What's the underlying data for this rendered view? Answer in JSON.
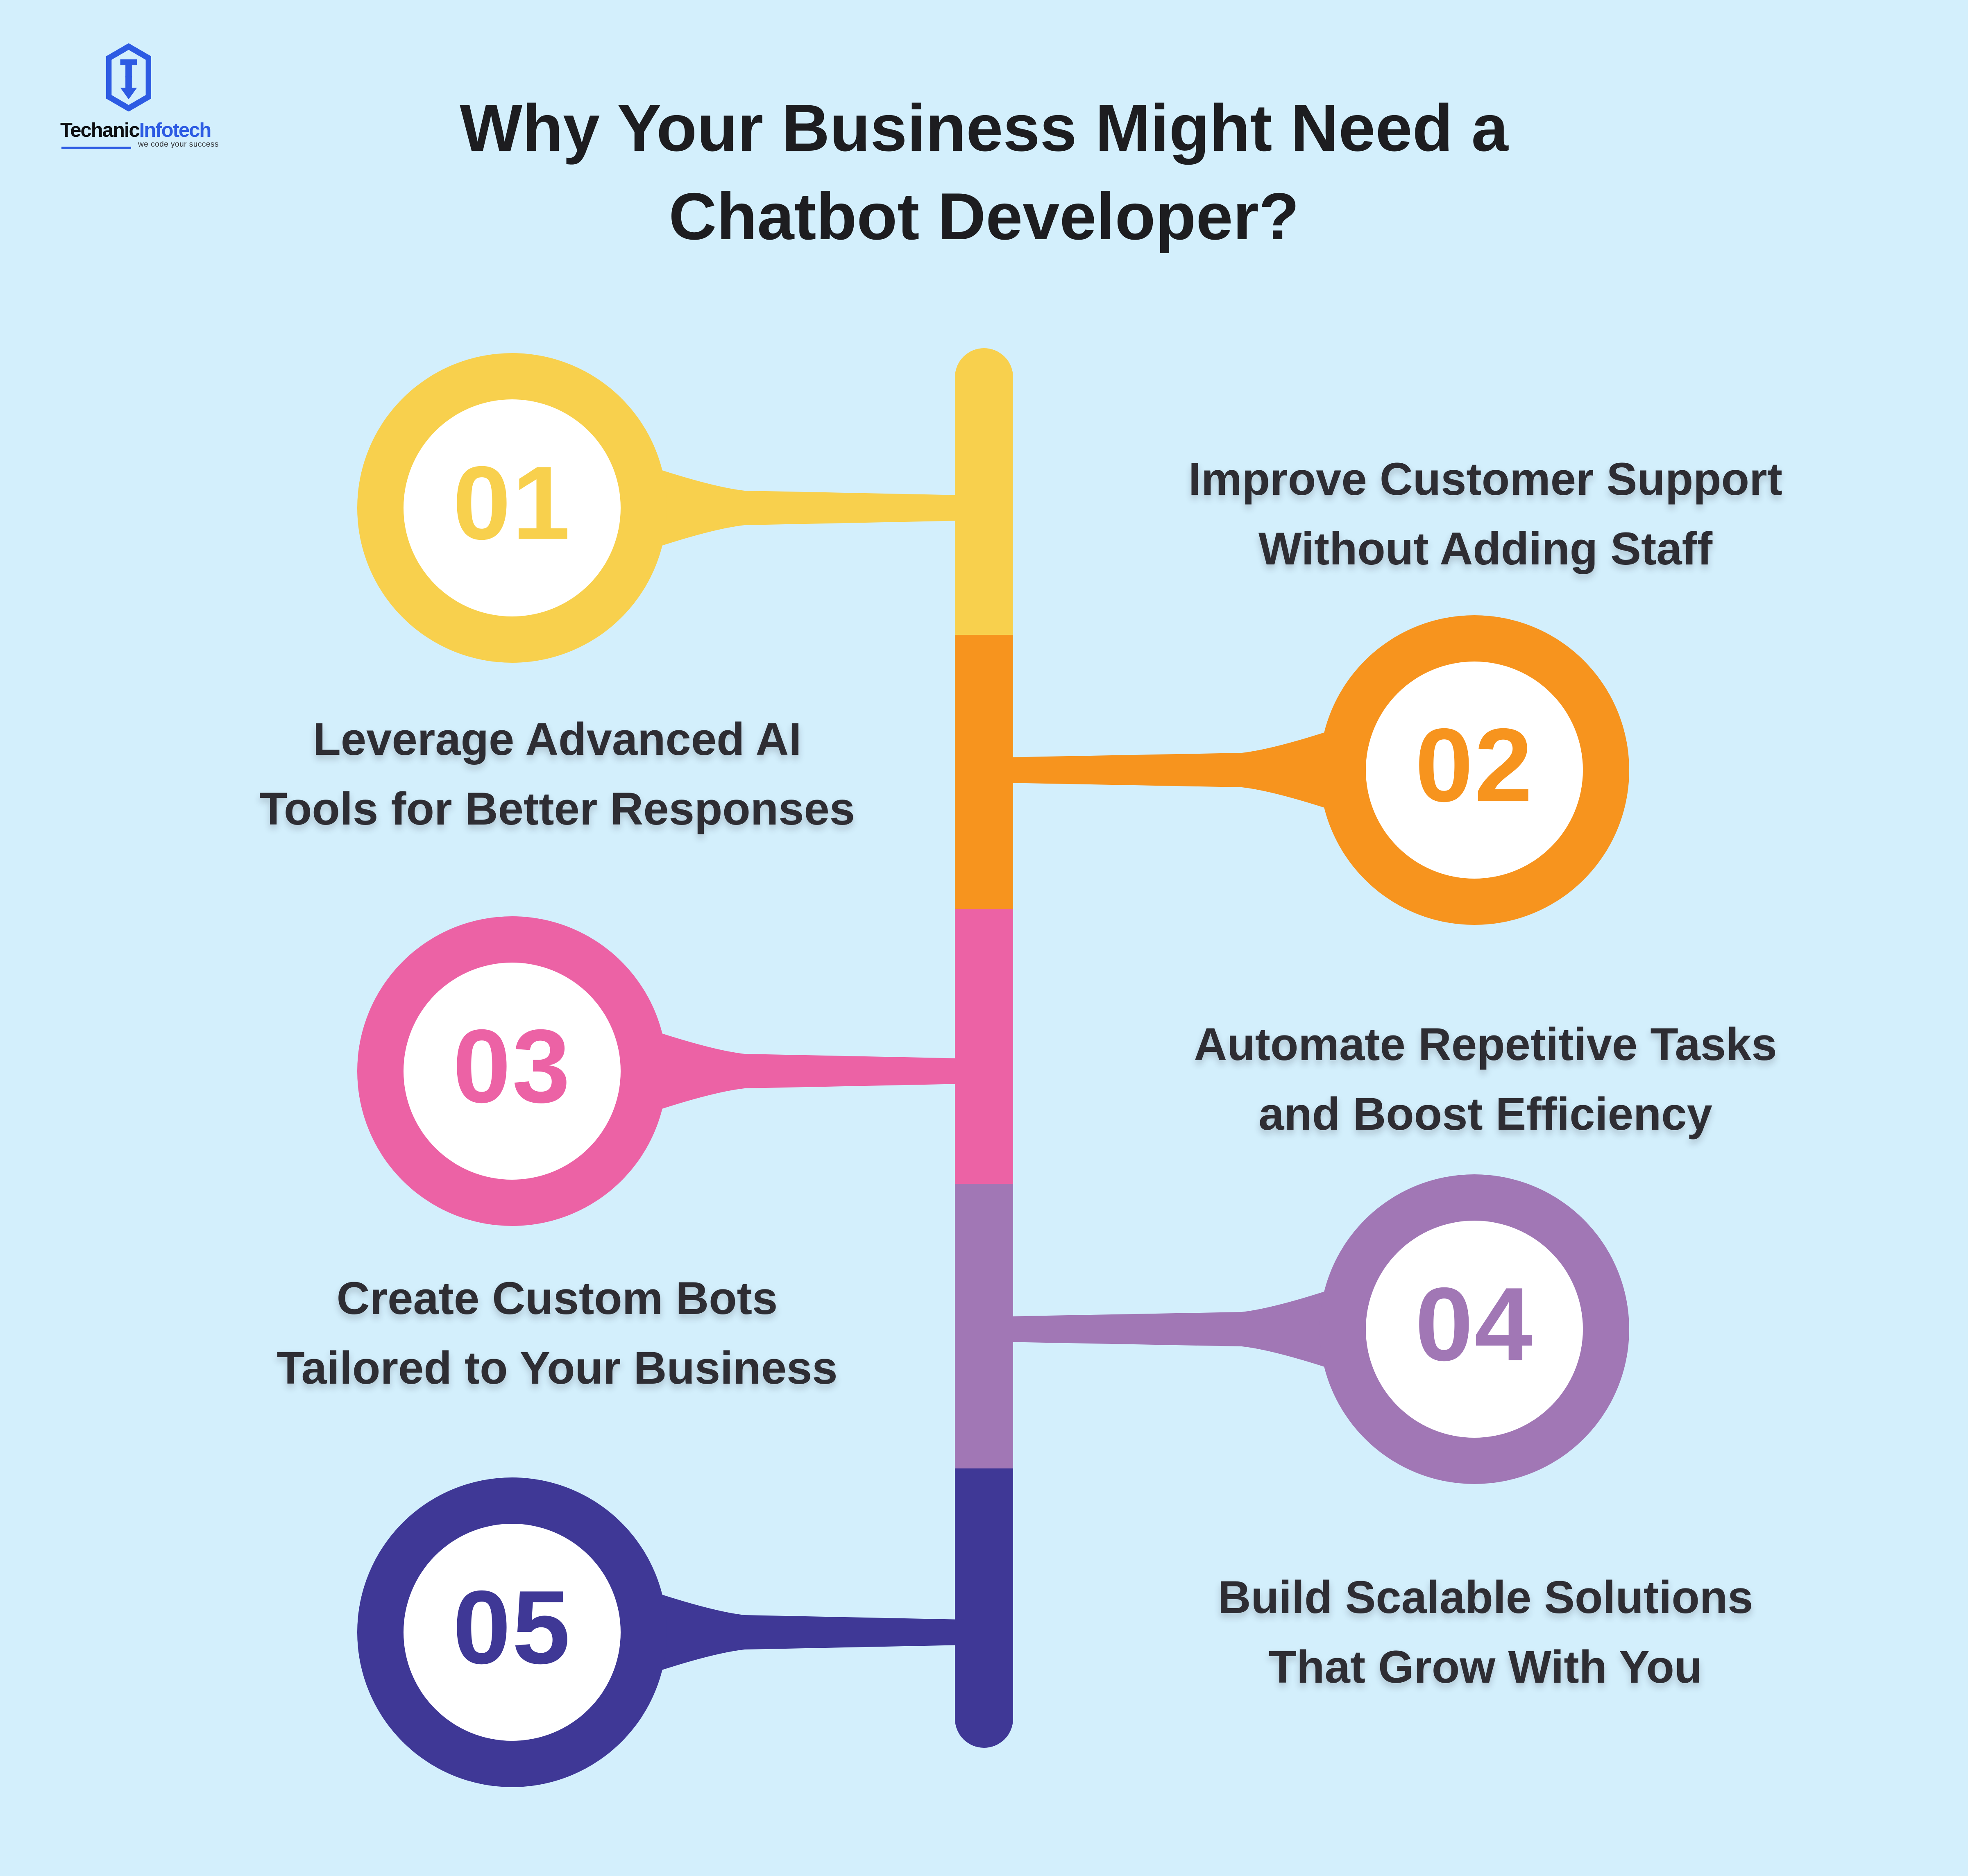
{
  "logo": {
    "brand_part1": "Techanic",
    "brand_part2": "Infotech",
    "tagline": "we code your success"
  },
  "title": {
    "line1": "Why Your Business Might Need a",
    "line2": "Chatbot Developer?"
  },
  "colors": {
    "background": "#D3EFFC",
    "title_text": "#1D1D20",
    "label_text": "#2E2D33",
    "circle_inner": "#FFFFFF",
    "logo_blue": "#2D5BE3",
    "logo_dark": "#0E0F12"
  },
  "timeline": {
    "items": [
      {
        "number": "01",
        "color": "#F8D04D",
        "circle_side": "left",
        "lines": [
          "Improve Customer Support",
          "Without Adding Staff"
        ]
      },
      {
        "number": "02",
        "color": "#F7941E",
        "circle_side": "right",
        "lines": [
          "Leverage Advanced AI",
          "Tools for Better Responses"
        ]
      },
      {
        "number": "03",
        "color": "#EC62A5",
        "circle_side": "left",
        "lines": [
          "Automate Repetitive Tasks",
          "and Boost Efficiency"
        ]
      },
      {
        "number": "04",
        "color": "#A177B5",
        "circle_side": "right",
        "lines": [
          "Create Custom Bots",
          "Tailored to Your Business"
        ]
      },
      {
        "number": "05",
        "color": "#3F3896",
        "circle_side": "left",
        "lines": [
          "Build Scalable Solutions",
          "That Grow With You"
        ]
      }
    ]
  }
}
